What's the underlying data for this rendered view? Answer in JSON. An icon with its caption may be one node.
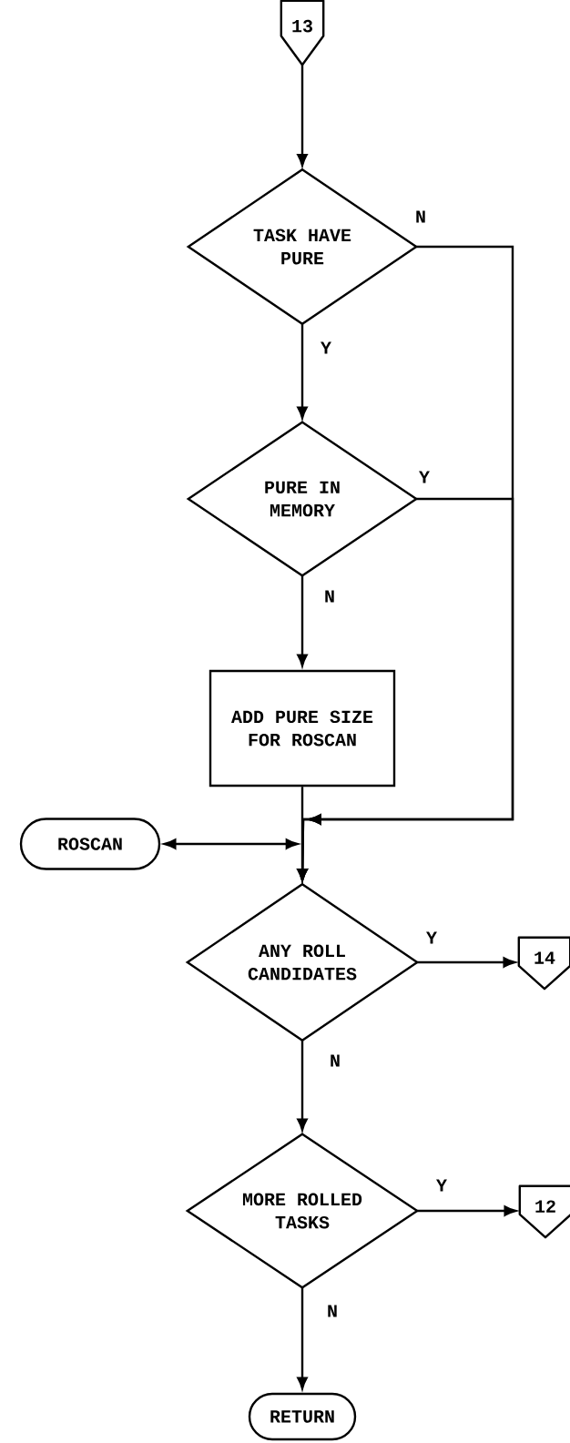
{
  "diagram": {
    "nodes": [
      {
        "text": [
          "13"
        ]
      },
      {
        "text": [
          "TASK HAVE PURE"
        ]
      },
      {
        "text": [
          "PURE IN MEMORY"
        ]
      },
      {
        "text": [
          "ADD PURE SIZE FOR ROSCAN"
        ]
      },
      {
        "text": [
          "ROSCAN"
        ]
      },
      {
        "text": [
          "ANY ROLL CANDIDATES"
        ]
      },
      {
        "text": [
          "14"
        ]
      },
      {
        "text": [
          "MORE ROLLED TASKS"
        ]
      },
      {
        "text": [
          "12"
        ]
      },
      {
        "text": [
          "RETURN"
        ]
      }
    ],
    "edges": [
      {
        "from": 0,
        "to": 1,
        "arrow": "to"
      },
      {
        "from": 1,
        "to": 5,
        "arrow": "to",
        "label": "N"
      },
      {
        "from": 1,
        "to": 2,
        "arrow": "to",
        "label": "Y"
      },
      {
        "from": 2,
        "to": 5,
        "arrow": "to",
        "label": "Y"
      },
      {
        "from": 2,
        "to": 3,
        "arrow": "to",
        "label": "N"
      },
      {
        "from": 3,
        "to": 5,
        "arrow": "to"
      },
      {
        "from": 4,
        "to": 5,
        "arrow": "both"
      },
      {
        "from": 5,
        "to": 6,
        "arrow": "to",
        "label": "Y"
      },
      {
        "from": 5,
        "to": 7,
        "arrow": "to",
        "label": "N"
      },
      {
        "from": 7,
        "to": 8,
        "arrow": "to",
        "label": "Y"
      },
      {
        "from": 7,
        "to": 9,
        "arrow": "to",
        "label": "N"
      }
    ]
  }
}
